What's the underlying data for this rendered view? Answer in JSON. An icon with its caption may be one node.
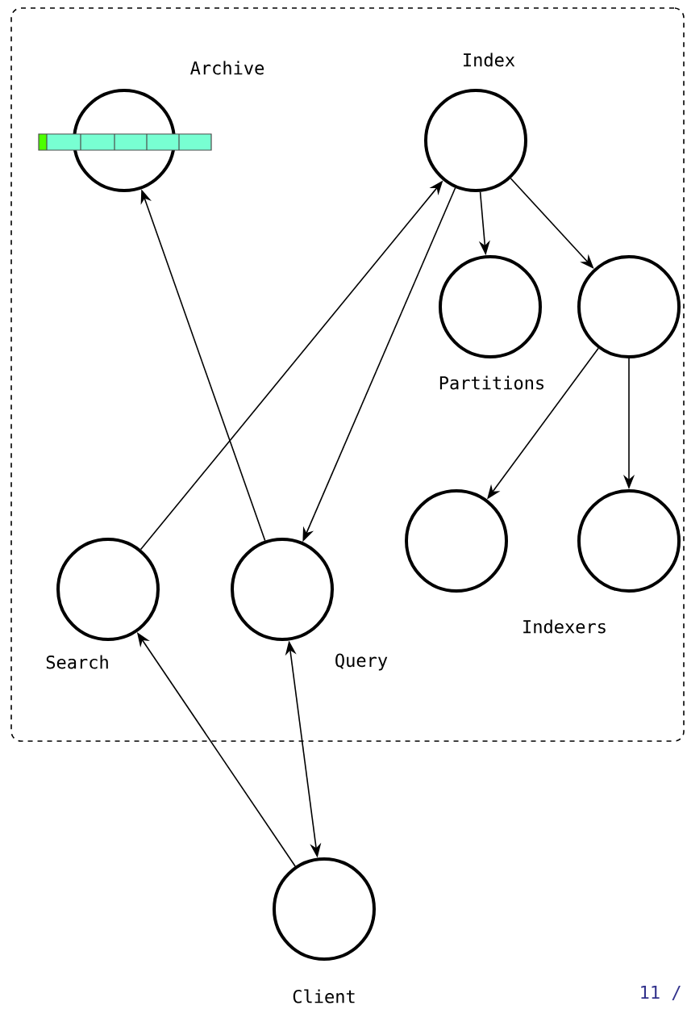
{
  "diagram": {
    "nodes": [
      {
        "text": [],
        "shape": "box"
      },
      {
        "text": [
          "Archive"
        ],
        "in": 0
      },
      {
        "text": [
          "Index"
        ],
        "in": 0
      },
      {
        "text": [],
        "shape": "circle",
        "in": 0
      },
      {
        "text": [],
        "shape": "circle",
        "in": 0
      },
      {
        "text": [],
        "shape": "circle",
        "in": 0
      },
      {
        "text": [],
        "shape": "circle",
        "in": 0
      },
      {
        "text": [
          "Search"
        ],
        "in": 0
      },
      {
        "text": [
          "Query"
        ],
        "in": 0
      },
      {
        "text": [
          "Client"
        ]
      }
    ],
    "edges": [
      {
        "from": 8,
        "to": 1,
        "arrow": "to"
      },
      {
        "from": 7,
        "to": 2,
        "arrow": "to"
      },
      {
        "from": 2,
        "to": 8,
        "arrow": "to"
      },
      {
        "from": 2,
        "to": 3,
        "arrow": "to"
      },
      {
        "from": 2,
        "to": 4,
        "arrow": "to"
      },
      {
        "from": 4,
        "to": 5,
        "arrow": "to"
      },
      {
        "from": 4,
        "to": 6,
        "arrow": "to"
      },
      {
        "from": 9,
        "to": 7,
        "arrow": "to"
      },
      {
        "from": 9,
        "to": 8,
        "arrow": "both"
      }
    ],
    "labels": [
      "Partitions",
      "Indexers",
      "11 /"
    ]
  }
}
